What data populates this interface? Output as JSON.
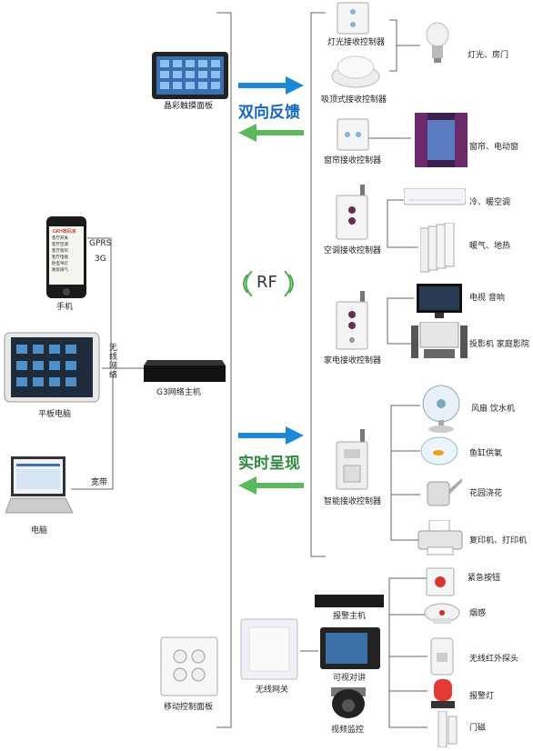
{
  "left": {
    "touch_panel": "晶彩触摸面板",
    "phone": "手机",
    "tablet": "平板电脑",
    "computer": "电脑",
    "host": "G3网络主机",
    "gprs": "GPRS",
    "g3": "3G",
    "wireless": "无线网络",
    "broadband": "宽带",
    "mobile_panel": "移动控制面板",
    "phone_screen_title": "GKH数码家",
    "phone_rows": [
      "客厅开关",
      "客厅空调",
      "客厅窗帘",
      "客厅电视",
      "卧室吊灯",
      "厨房排气"
    ]
  },
  "center": {
    "bidirectional": "双向反馈",
    "realtime": "实时呈现",
    "rf": "RF",
    "gateway": "无线网关"
  },
  "controllers": {
    "light": "灯光接收控制器",
    "ceiling": "吸顶式接收控制器",
    "curtain": "窗帘接收控制器",
    "ac": "空调接收控制器",
    "appliance": "家电接收控制器",
    "smart": "智能接收控制器"
  },
  "devices": {
    "light": "灯光、房门",
    "curtain": "窗帘、电动窗",
    "ac": "冷、暖空调",
    "heater": "暖气、地热",
    "tv": "电视  音响",
    "projector": "投影机  家庭影院",
    "fan": "风扇  饮水机",
    "fish": "鱼缸供氧",
    "garden": "花园浇花",
    "printer": "复印机、打印机"
  },
  "security": {
    "alarm_host": "报警主机",
    "video_intercom": "可视对讲",
    "video_monitor": "视频监控",
    "emergency": "紧急按钮",
    "smoke": "烟感",
    "infrared": "无线红外探头",
    "alarm_light": "报警灯",
    "door": "门磁"
  },
  "colors": {
    "blue": "#1565c0",
    "green": "#2e8b3e",
    "arrow_blue": "#1e88d8",
    "arrow_green": "#5cb85c"
  }
}
